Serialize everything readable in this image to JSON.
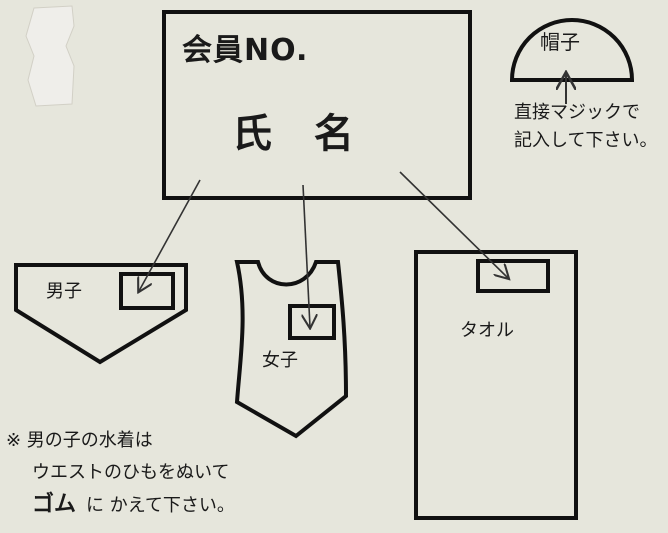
{
  "name_tag": {
    "member_no": "会員NO.",
    "name": "氏 名"
  },
  "hat": {
    "label": "帽子",
    "note_line1": "直接マジックで",
    "note_line2": "記入して下さい。"
  },
  "boys_swimsuit": {
    "label": "男子"
  },
  "girls_swimsuit": {
    "label": "女子"
  },
  "towel": {
    "label": "タオル"
  },
  "footnote": {
    "line1": "※ 男の子の水着は",
    "line2": "ウエストのひもをぬいて",
    "line3_emphasis": "ゴム",
    "line3_rest": "に かえて下さい。"
  }
}
